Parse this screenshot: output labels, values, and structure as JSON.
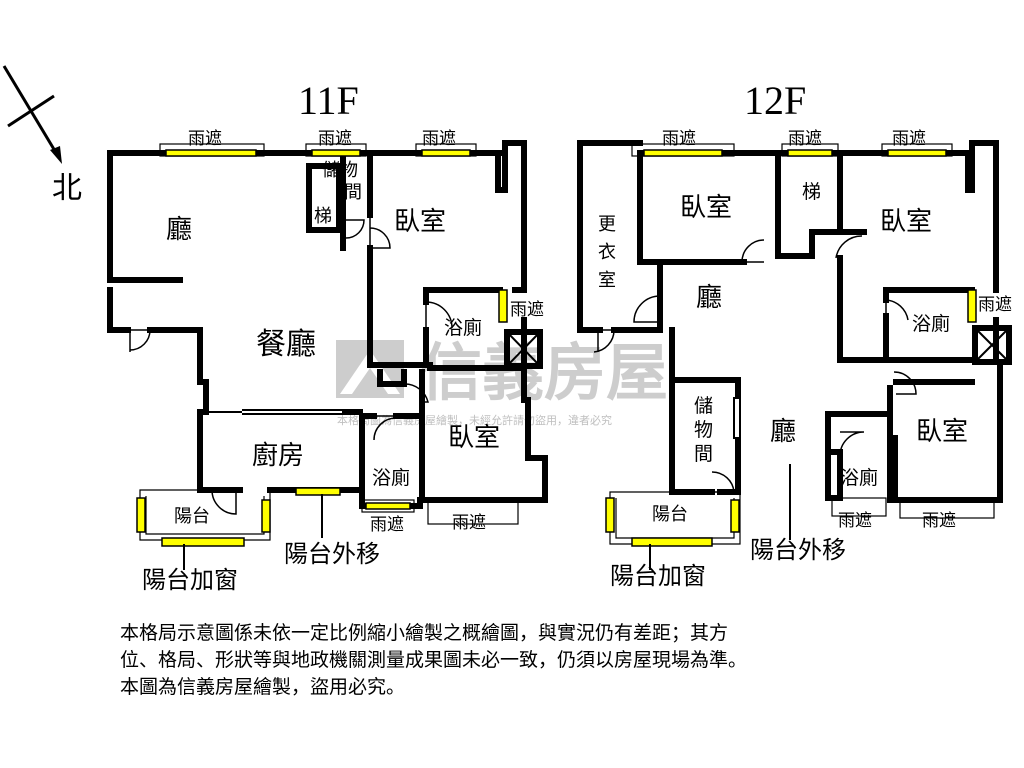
{
  "compass": {
    "label": "北"
  },
  "floors": [
    {
      "id": "11F",
      "label": "11F",
      "rooms": {
        "living": "廳",
        "dining": "餐廳",
        "bedroom_a": "臥室",
        "bedroom_b": "臥室",
        "bath_a": "浴廁",
        "bath_b": "浴廁",
        "kitchen": "廚房",
        "storage": "儲物間",
        "stairs": "梯",
        "balcony": "陽台"
      },
      "awnings": [
        "雨遮",
        "雨遮",
        "雨遮",
        "雨遮",
        "雨遮",
        "雨遮"
      ],
      "callouts": {
        "balcony_window": "陽台加窗",
        "balcony_extend": "陽台外移"
      }
    },
    {
      "id": "12F",
      "label": "12F",
      "rooms": {
        "bedroom_a": "臥室",
        "bedroom_b": "臥室",
        "bedroom_c": "臥室",
        "living_upper": "廳",
        "living_lower": "廳",
        "closet": "更衣室",
        "stairs": "梯",
        "bath_a": "浴廁",
        "bath_b": "浴廁",
        "storage": "儲物間",
        "balcony": "陽台"
      },
      "awnings": [
        "雨遮",
        "雨遮",
        "雨遮",
        "雨遮",
        "雨遮",
        "雨遮"
      ],
      "callouts": {
        "balcony_window": "陽台加窗",
        "balcony_extend": "陽台外移"
      }
    }
  ],
  "watermark": {
    "brand": "信義房屋",
    "notice": "本格局圖為信義房屋繪製，未經允許請勿盜用，違者必究"
  },
  "disclaimer": {
    "line1": "本格局示意圖係未依一定比例縮小繪製之概繪圖，與實況仍有差距；其方",
    "line2": "位、格局、形狀等與地政機關測量成果圖未必一致，仍須以房屋現場為準。",
    "line3": "本圖為信義房屋繪製，盜用必究。"
  },
  "colors": {
    "wall": "#000000",
    "window": "#ffff00",
    "watermark": "#c8c8c8",
    "background": "#ffffff"
  }
}
